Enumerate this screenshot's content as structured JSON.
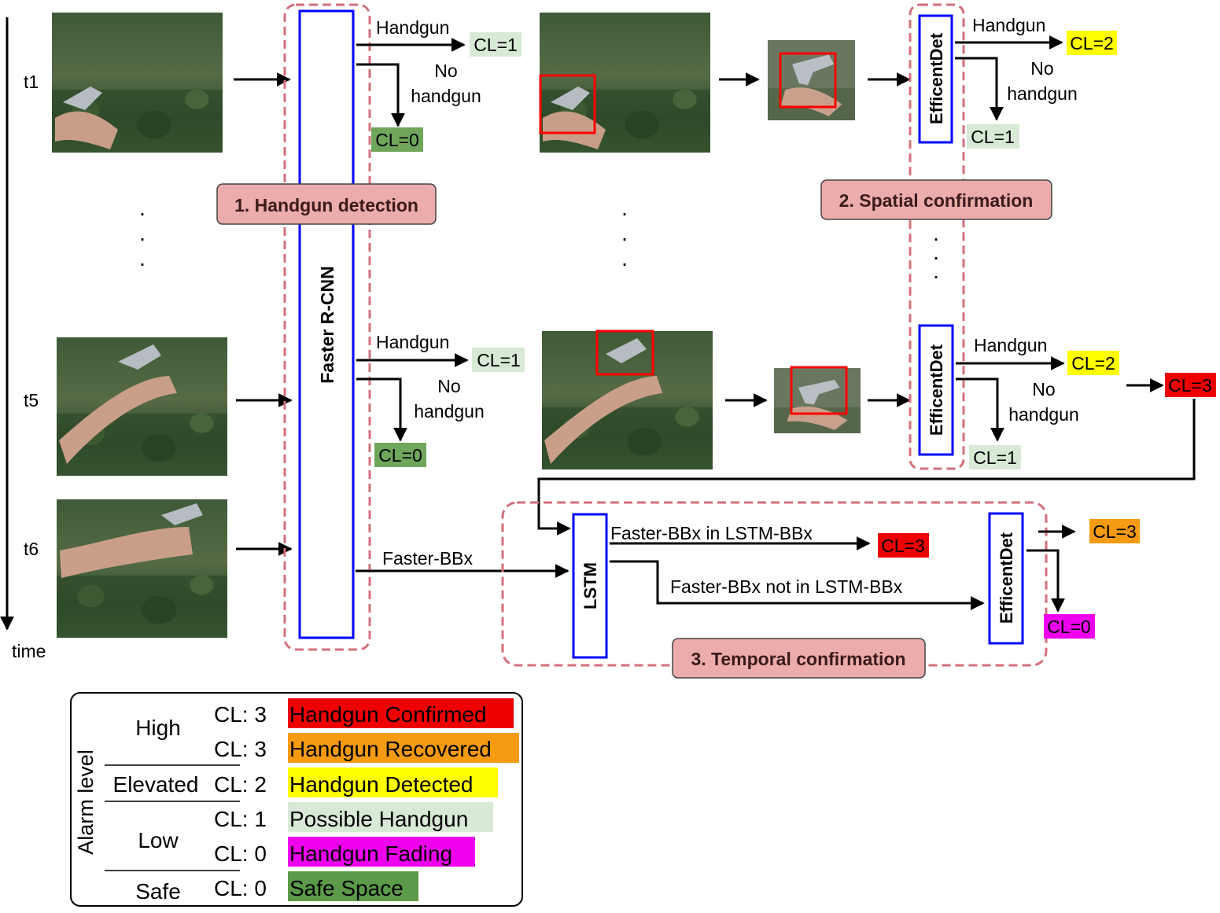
{
  "axis": {
    "time_label": "time",
    "frames": [
      "t1",
      "t5",
      "t6"
    ]
  },
  "ellipsis": ".",
  "stage1": {
    "label": "1. Handgun detection",
    "model": "Faster R-CNN",
    "output": "Faster-BBx"
  },
  "stage2": {
    "label": "2. Spatial confirmation",
    "model": "EfficentDet"
  },
  "stage3": {
    "label": "3. Temporal confirmation",
    "lstm": "LSTM",
    "model": "EfficentDet",
    "in_label": "Faster-BBx in LSTM-BBx",
    "not_in_label": "Faster-BBx not in LSTM-BBx"
  },
  "branches": {
    "handgun": "Handgun",
    "no": "No",
    "handgun_lower": "handgun"
  },
  "cl_labels": {
    "cl0": "CL=0",
    "cl1": "CL=1",
    "cl2": "CL=2",
    "cl3": "CL=3"
  },
  "legend": {
    "title": "Alarm level",
    "rows": [
      {
        "level": "High",
        "cl": "CL: 3",
        "desc": "Handgun Confirmed",
        "color": "#ee0000"
      },
      {
        "level": "",
        "cl": "CL: 3",
        "desc": "Handgun Recovered",
        "color": "#f59a11"
      },
      {
        "level": "Elevated",
        "cl": "CL: 2",
        "desc": "Handgun Detected",
        "color": "#ffff00"
      },
      {
        "level": "Low",
        "cl": "CL: 1",
        "desc": "Possible Handgun",
        "color": "#d8ead6"
      },
      {
        "level": "",
        "cl": "CL: 0",
        "desc": "Handgun Fading",
        "color": "#ee00ee"
      },
      {
        "level": "Safe",
        "cl": "CL: 0",
        "desc": "Safe Space",
        "color": "#5b9a49"
      }
    ]
  },
  "colors": {
    "cl0_safe": "#6fa65a",
    "cl1": "#d8ead6",
    "cl2": "#ffff00",
    "cl3_confirmed": "#ee0000",
    "cl3_recovered": "#f59a11",
    "cl0_fading": "#ee00ee",
    "stage_label_fill": "#ecacac",
    "stage_border": "#d4707c",
    "model_border": "#0000ff",
    "detection_box": "#ff0000"
  },
  "icons": {
    "frame": "video-frame-icon",
    "handgun": "handgun-icon",
    "detection": "bounding-box-icon"
  }
}
